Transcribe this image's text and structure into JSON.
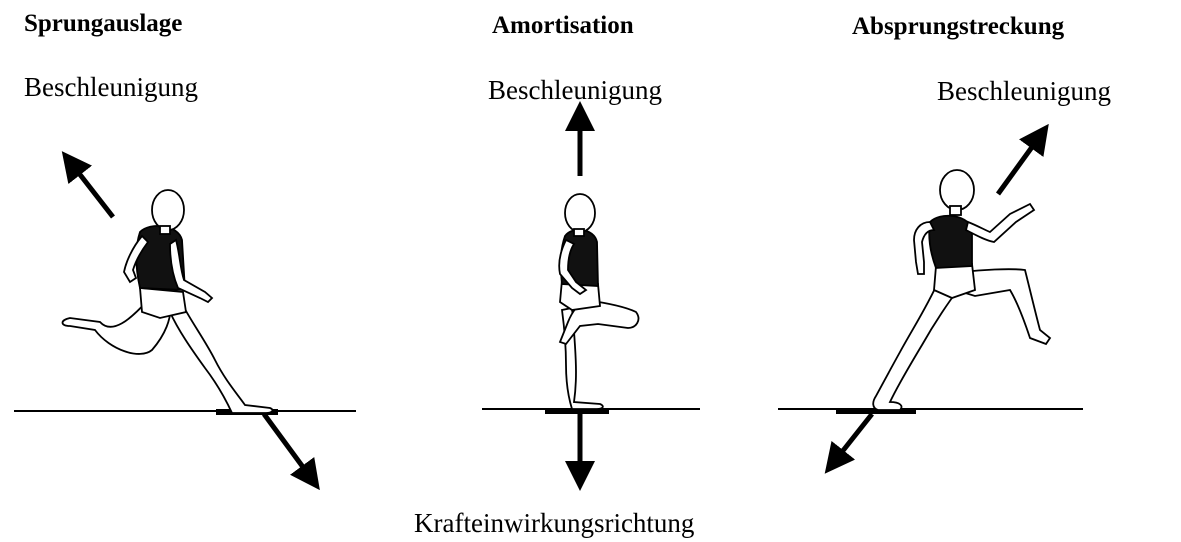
{
  "phases": [
    {
      "title": "Sprungauslage",
      "acceleration_label": "Beschleunigung"
    },
    {
      "title": "Amortisation",
      "acceleration_label": "Beschleunigung"
    },
    {
      "title": "Absprungstreckung",
      "acceleration_label": "Beschleunigung"
    }
  ],
  "force_label": "Krafteinwirkungsrichtung",
  "colors": {
    "ink": "#000000",
    "torso": "#111111",
    "background": "#ffffff"
  }
}
